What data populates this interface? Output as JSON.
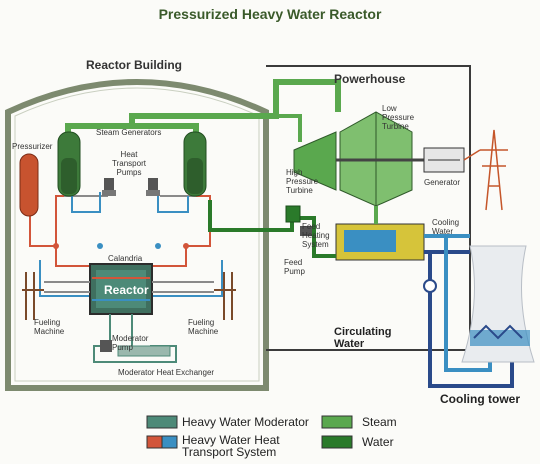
{
  "title": "Pressurized Heavy Water Reactor",
  "labels": {
    "reactor_building": "Reactor Building",
    "powerhouse": "Powerhouse",
    "pressurizer": "Pressurizer",
    "steam_generators": "Steam Generators",
    "heat_transport_pumps": "Heat Transport Pumps",
    "calandria": "Calandria",
    "reactor": "Reactor",
    "fueling_machine_left": "Fueling Machine",
    "fueling_machine_right": "Fueling Machine",
    "moderator_pump": "Moderator Pump",
    "moderator_heat_exchanger": "Moderator Heat Exchanger",
    "hp_turbine": "High Pressure Turbine",
    "lp_turbine": "Low Pressure Turbine",
    "generator": "Generator",
    "cooling_water": "Cooling Water",
    "feed_heating": "Feed Heating System",
    "feed_pump": "Feed Pump",
    "circulating_water": "Circulating Water",
    "cooling_tower": "Cooling tower"
  },
  "legend": [
    {
      "label": "Heavy Water Moderator",
      "colors": [
        "#4d8a78"
      ]
    },
    {
      "label": "Steam",
      "colors": [
        "#5aa84e"
      ]
    },
    {
      "label": "Heavy Water Heat Transport System",
      "colors": [
        "#d2553a",
        "#3a8fc2"
      ]
    },
    {
      "label": "Water",
      "colors": [
        "#2a7a2a"
      ]
    }
  ],
  "colors": {
    "steam": "#5aa84e",
    "water": "#2a7a2a",
    "heavy_water_hot": "#d2553a",
    "heavy_water_cold": "#3a8fc2",
    "moderator": "#4d8a78",
    "building_wall": "#7d8a6f",
    "powerhouse_wall": "#3b3b3b"
  }
}
